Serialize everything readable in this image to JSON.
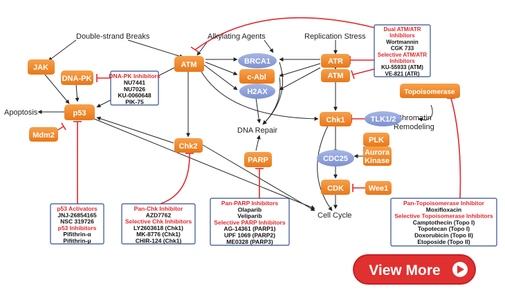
{
  "labels": {
    "double_strand_breaks": "Double-strand Breaks",
    "alkylating_agents": "Alkylating Agents",
    "replication_stress": "Replication Stress",
    "apoptosis": "Apoptosis",
    "dna_repair": "DNA Repair",
    "cell_cycle": "Cell Cycle",
    "chromatin_1": "Chromatin",
    "chromatin_2": "Remodeling"
  },
  "nodes": {
    "jak": "JAK",
    "dnapk": "DNA-PK",
    "p53": "p53",
    "mdm2": "Mdm2",
    "atm": "ATM",
    "chk2": "Chk2",
    "brca1": "BRCA1",
    "cabl": "c-Abl",
    "h2ax": "H2AX",
    "parp": "PARP",
    "atr": "ATR",
    "atm2": "ATM",
    "chk1": "Chk1",
    "tlk": "TLK1/2",
    "plk": "PLK",
    "cdc25": "CDC25",
    "aurora_1": "Aurora",
    "aurora_2": "Kinase",
    "cdk": "CDK",
    "wee1": "Wee1",
    "topo": "Topoisomerase"
  },
  "boxes": {
    "dnapk_inhib": {
      "lines": [
        {
          "text": "DNA-PK Inhibitors",
          "red": true
        },
        {
          "text": "NU7441",
          "red": false
        },
        {
          "text": "NU7026",
          "red": false
        },
        {
          "text": "KU-0060648",
          "red": false
        },
        {
          "text": "PIK-75",
          "red": false
        }
      ]
    },
    "atm_atr": {
      "lines": [
        {
          "text": "Dual ATM/ATR",
          "red": true
        },
        {
          "text": "Inhibitors",
          "red": true
        },
        {
          "text": "Wortmannin",
          "red": false
        },
        {
          "text": "CGK 733",
          "red": false
        },
        {
          "text": "Selective ATM/ATR",
          "red": true
        },
        {
          "text": "Inhibitors",
          "red": true
        },
        {
          "text": "KU-55933 (ATM)",
          "red": false
        },
        {
          "text": "VE-821 (ATR)",
          "red": false
        }
      ]
    },
    "p53_box": {
      "lines": [
        {
          "text": "p53 Activators",
          "red": true
        },
        {
          "text": "JNJ-26854165",
          "red": false
        },
        {
          "text": "NSC 319726",
          "red": false
        },
        {
          "text": "p53 Inhibitors",
          "red": true
        },
        {
          "text": "Pifithrin-α",
          "red": false
        },
        {
          "text": "Pifithrin-μ",
          "red": false
        }
      ]
    },
    "chk_box": {
      "lines": [
        {
          "text": "Pan-Chk Inhibitor",
          "red": true
        },
        {
          "text": "AZD7762",
          "red": false
        },
        {
          "text": "Selective Chk Inhibitors",
          "red": true
        },
        {
          "text": "LY2603618 (Chk1)",
          "red": false
        },
        {
          "text": "MK-8776 (Chk1)",
          "red": false
        },
        {
          "text": "CHIR-124 (Chk1)",
          "red": false
        }
      ]
    },
    "parp_box": {
      "lines": [
        {
          "text": "Pan-PARP Inhibitors",
          "red": true
        },
        {
          "text": "Olaparib",
          "red": false
        },
        {
          "text": "Veliparib",
          "red": false
        },
        {
          "text": "Selective PARP Inhibitors",
          "red": true
        },
        {
          "text": "AG-14361 (PARP1)",
          "red": false
        },
        {
          "text": "UPF 1069 (PARP2)",
          "red": false
        },
        {
          "text": "ME0328 (PARP3)",
          "red": false
        }
      ]
    },
    "topo_box": {
      "lines": [
        {
          "text": "Pan-Topoisomerase Inhibitor",
          "red": true
        },
        {
          "text": "Moxifloxacin",
          "red": false
        },
        {
          "text": "Selective Topoisomerase Inhibitors",
          "red": true
        },
        {
          "text": "Camptothecin (Topo I)",
          "red": false
        },
        {
          "text": "Topotecan (Topo I)",
          "red": false
        },
        {
          "text": "Doxorubicin (Topo II)",
          "red": false
        },
        {
          "text": "Etoposide (Topo II)",
          "red": false
        }
      ]
    }
  },
  "view_more": "View More",
  "colors": {
    "orange_node": "#f08a24",
    "blue_node": "#8a9fd8",
    "inhibitor_red": "#e3262b",
    "box_border": "#2f4f8f",
    "view_more_bg": "#d9262c",
    "arrow": "#222222"
  }
}
